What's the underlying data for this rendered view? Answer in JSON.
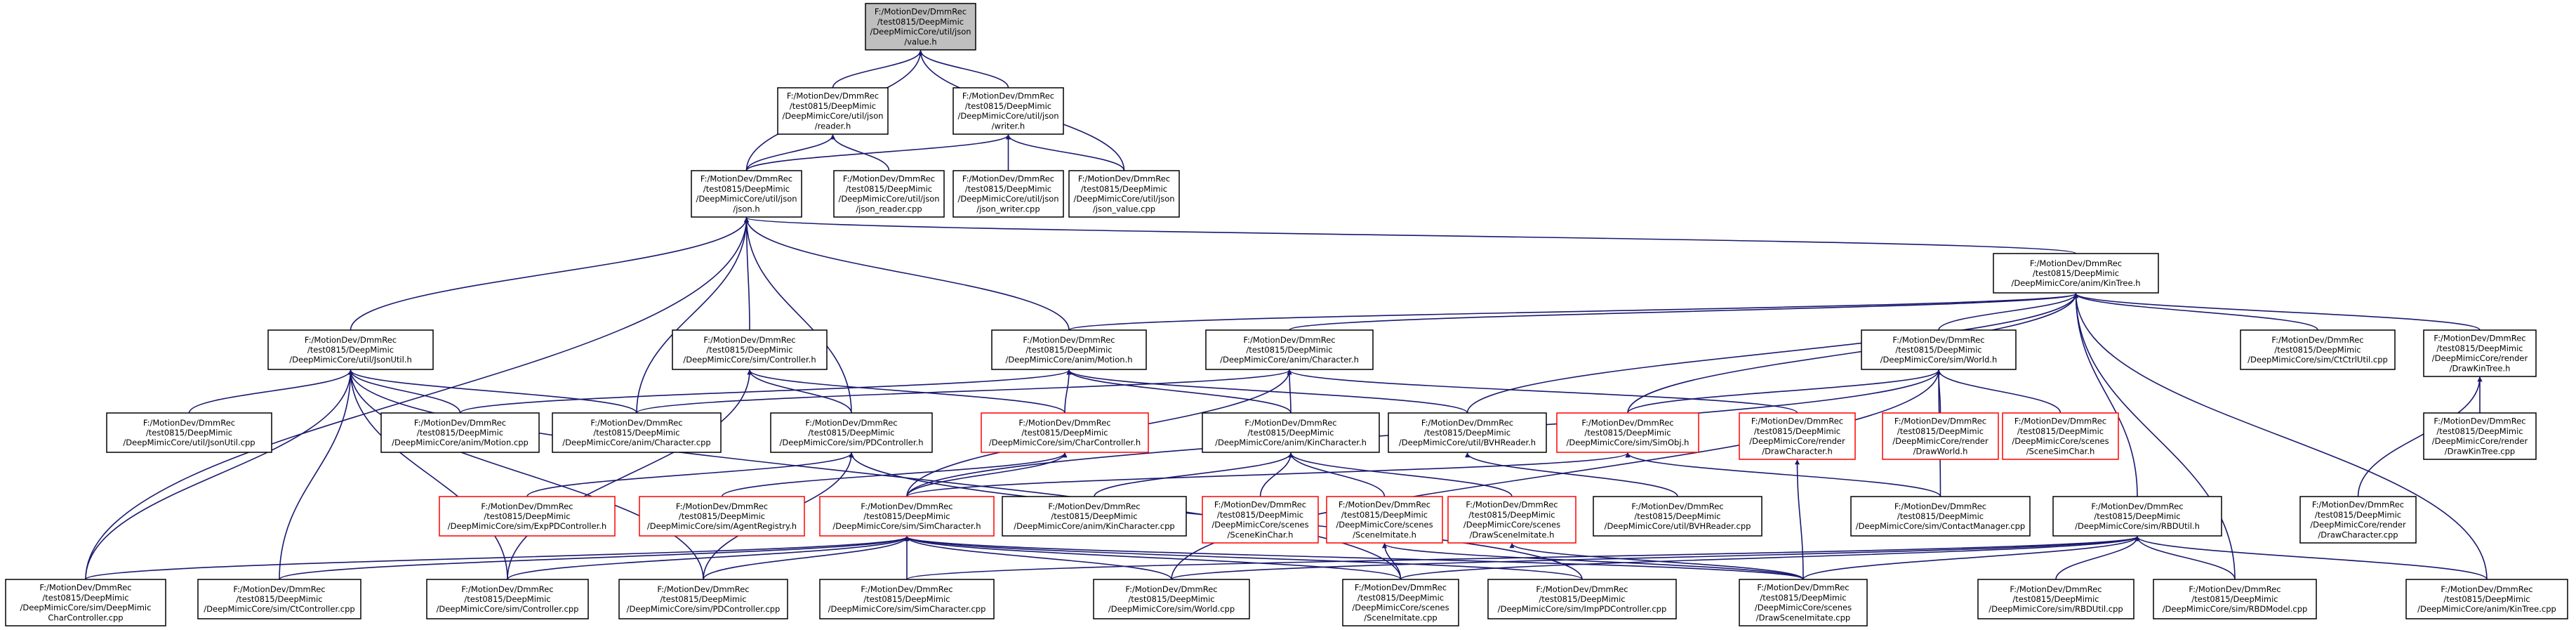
{
  "colors": {
    "edge": "#191970",
    "node_border": "#000000",
    "node_border_missing": "#ff0000",
    "node_fill": "#ffffff",
    "root_fill": "#bfbfbf"
  },
  "nodes": {
    "value_h": {
      "lines": [
        "F:/MotionDev/DmmRec",
        "/test0815/DeepMimic",
        "/DeepMimicCore/util/json",
        "/value.h"
      ],
      "root": true
    },
    "reader_h": {
      "lines": [
        "F:/MotionDev/DmmRec",
        "/test0815/DeepMimic",
        "/DeepMimicCore/util/json",
        "/reader.h"
      ]
    },
    "writer_h": {
      "lines": [
        "F:/MotionDev/DmmRec",
        "/test0815/DeepMimic",
        "/DeepMimicCore/util/json",
        "/writer.h"
      ]
    },
    "json_h": {
      "lines": [
        "F:/MotionDev/DmmRec",
        "/test0815/DeepMimic",
        "/DeepMimicCore/util/json",
        "/json.h"
      ]
    },
    "json_reader_cpp": {
      "lines": [
        "F:/MotionDev/DmmRec",
        "/test0815/DeepMimic",
        "/DeepMimicCore/util/json",
        "/json_reader.cpp"
      ]
    },
    "json_writer_cpp": {
      "lines": [
        "F:/MotionDev/DmmRec",
        "/test0815/DeepMimic",
        "/DeepMimicCore/util/json",
        "/json_writer.cpp"
      ]
    },
    "json_value_cpp": {
      "lines": [
        "F:/MotionDev/DmmRec",
        "/test0815/DeepMimic",
        "/DeepMimicCore/util/json",
        "/json_value.cpp"
      ]
    },
    "kintree_h": {
      "lines": [
        "F:/MotionDev/DmmRec",
        "/test0815/DeepMimic",
        "/DeepMimicCore/anim/KinTree.h"
      ]
    },
    "jsonutil_h": {
      "lines": [
        "F:/MotionDev/DmmRec",
        "/test0815/DeepMimic",
        "/DeepMimicCore/util/JsonUtil.h"
      ]
    },
    "controller_h": {
      "lines": [
        "F:/MotionDev/DmmRec",
        "/test0815/DeepMimic",
        "/DeepMimicCore/sim/Controller.h"
      ]
    },
    "motion_h": {
      "lines": [
        "F:/MotionDev/DmmRec",
        "/test0815/DeepMimic",
        "/DeepMimicCore/anim/Motion.h"
      ]
    },
    "character_h": {
      "lines": [
        "F:/MotionDev/DmmRec",
        "/test0815/DeepMimic",
        "/DeepMimicCore/anim/Character.h"
      ]
    },
    "world_h": {
      "lines": [
        "F:/MotionDev/DmmRec",
        "/test0815/DeepMimic",
        "/DeepMimicCore/sim/World.h"
      ]
    },
    "ctctrlutil_cpp": {
      "lines": [
        "F:/MotionDev/DmmRec",
        "/test0815/DeepMimic",
        "/DeepMimicCore/sim/CtCtrlUtil.cpp"
      ]
    },
    "drawkintree_h": {
      "lines": [
        "F:/MotionDev/DmmRec",
        "/test0815/DeepMimic",
        "/DeepMimicCore/render",
        "/DrawKinTree.h"
      ]
    },
    "jsonutil_cpp": {
      "lines": [
        "F:/MotionDev/DmmRec",
        "/test0815/DeepMimic",
        "/DeepMimicCore/util/JsonUtil.cpp"
      ]
    },
    "motion_cpp": {
      "lines": [
        "F:/MotionDev/DmmRec",
        "/test0815/DeepMimic",
        "/DeepMimicCore/anim/Motion.cpp"
      ]
    },
    "character_cpp": {
      "lines": [
        "F:/MotionDev/DmmRec",
        "/test0815/DeepMimic",
        "/DeepMimicCore/anim/Character.cpp"
      ]
    },
    "pdcontroller_h": {
      "lines": [
        "F:/MotionDev/DmmRec",
        "/test0815/DeepMimic",
        "/DeepMimicCore/sim/PDController.h"
      ]
    },
    "charcontroller_h": {
      "lines": [
        "F:/MotionDev/DmmRec",
        "/test0815/DeepMimic",
        "/DeepMimicCore/sim/CharController.h"
      ],
      "missing": true
    },
    "kincharacter_h": {
      "lines": [
        "F:/MotionDev/DmmRec",
        "/test0815/DeepMimic",
        "/DeepMimicCore/anim/KinCharacter.h"
      ]
    },
    "bvhreader_h": {
      "lines": [
        "F:/MotionDev/DmmRec",
        "/test0815/DeepMimic",
        "/DeepMimicCore/util/BVHReader.h"
      ]
    },
    "simobj_h": {
      "lines": [
        "F:/MotionDev/DmmRec",
        "/test0815/DeepMimic",
        "/DeepMimicCore/sim/SimObj.h"
      ],
      "missing": true
    },
    "drawcharacter_h": {
      "lines": [
        "F:/MotionDev/DmmRec",
        "/test0815/DeepMimic",
        "/DeepMimicCore/render",
        "/DrawCharacter.h"
      ],
      "missing": true
    },
    "drawworld_h": {
      "lines": [
        "F:/MotionDev/DmmRec",
        "/test0815/DeepMimic",
        "/DeepMimicCore/render",
        "/DrawWorld.h"
      ],
      "missing": true
    },
    "scenesimchar_h": {
      "lines": [
        "F:/MotionDev/DmmRec",
        "/test0815/DeepMimic",
        "/DeepMimicCore/scenes",
        "/SceneSimChar.h"
      ],
      "missing": true
    },
    "drawkintree_cpp": {
      "lines": [
        "F:/MotionDev/DmmRec",
        "/test0815/DeepMimic",
        "/DeepMimicCore/render",
        "/DrawKinTree.cpp"
      ]
    },
    "exppdcontroller_h": {
      "lines": [
        "F:/MotionDev/DmmRec",
        "/test0815/DeepMimic",
        "/DeepMimicCore/sim/ExpPDController.h"
      ],
      "missing": true
    },
    "agentregistry_h": {
      "lines": [
        "F:/MotionDev/DmmRec",
        "/test0815/DeepMimic",
        "/DeepMimicCore/sim/AgentRegistry.h"
      ],
      "missing": true
    },
    "simcharacter_h": {
      "lines": [
        "F:/MotionDev/DmmRec",
        "/test0815/DeepMimic",
        "/DeepMimicCore/sim/SimCharacter.h"
      ],
      "missing": true
    },
    "kincharacter_cpp": {
      "lines": [
        "F:/MotionDev/DmmRec",
        "/test0815/DeepMimic",
        "/DeepMimicCore/anim/KinCharacter.cpp"
      ]
    },
    "scenekinchar_h": {
      "lines": [
        "F:/MotionDev/DmmRec",
        "/test0815/DeepMimic",
        "/DeepMimicCore/scenes",
        "/SceneKinChar.h"
      ],
      "missing": true
    },
    "sceneimitate_h": {
      "lines": [
        "F:/MotionDev/DmmRec",
        "/test0815/DeepMimic",
        "/DeepMimicCore/scenes",
        "/SceneImitate.h"
      ],
      "missing": true
    },
    "drawsceneimitate_h": {
      "lines": [
        "F:/MotionDev/DmmRec",
        "/test0815/DeepMimic",
        "/DeepMimicCore/scenes",
        "/DrawSceneImitate.h"
      ],
      "missing": true
    },
    "bvhreader_cpp": {
      "lines": [
        "F:/MotionDev/DmmRec",
        "/test0815/DeepMimic",
        "/DeepMimicCore/util/BVHReader.cpp"
      ]
    },
    "contactmanager_cpp": {
      "lines": [
        "F:/MotionDev/DmmRec",
        "/test0815/DeepMimic",
        "/DeepMimicCore/sim/ContactManager.cpp"
      ]
    },
    "rbdutil_h": {
      "lines": [
        "F:/MotionDev/DmmRec",
        "/test0815/DeepMimic",
        "/DeepMimicCore/sim/RBDUtil.h"
      ]
    },
    "drawcharacter_cpp": {
      "lines": [
        "F:/MotionDev/DmmRec",
        "/test0815/DeepMimic",
        "/DeepMimicCore/render",
        "/DrawCharacter.cpp"
      ]
    },
    "charcontroller_cpp": {
      "lines": [
        "F:/MotionDev/DmmRec",
        "/test0815/DeepMimic",
        "/DeepMimicCore/sim/DeepMimic",
        "CharController.cpp"
      ]
    },
    "ctcontroller_cpp": {
      "lines": [
        "F:/MotionDev/DmmRec",
        "/test0815/DeepMimic",
        "/DeepMimicCore/sim/CtController.cpp"
      ]
    },
    "controller_cpp": {
      "lines": [
        "F:/MotionDev/DmmRec",
        "/test0815/DeepMimic",
        "/DeepMimicCore/sim/Controller.cpp"
      ]
    },
    "pdcontroller_cpp": {
      "lines": [
        "F:/MotionDev/DmmRec",
        "/test0815/DeepMimic",
        "/DeepMimicCore/sim/PDController.cpp"
      ]
    },
    "simcharacter_cpp": {
      "lines": [
        "F:/MotionDev/DmmRec",
        "/test0815/DeepMimic",
        "/DeepMimicCore/sim/SimCharacter.cpp"
      ]
    },
    "world_cpp": {
      "lines": [
        "F:/MotionDev/DmmRec",
        "/test0815/DeepMimic",
        "/DeepMimicCore/sim/World.cpp"
      ]
    },
    "sceneimitate_cpp": {
      "lines": [
        "F:/MotionDev/DmmRec",
        "/test0815/DeepMimic",
        "/DeepMimicCore/scenes",
        "/SceneImitate.cpp"
      ]
    },
    "impdcontroller_cpp": {
      "lines": [
        "F:/MotionDev/DmmRec",
        "/test0815/DeepMimic",
        "/DeepMimicCore/sim/ImpPDController.cpp"
      ]
    },
    "drawsceneimitate_cpp": {
      "lines": [
        "F:/MotionDev/DmmRec",
        "/test0815/DeepMimic",
        "/DeepMimicCore/scenes",
        "/DrawSceneImitate.cpp"
      ]
    },
    "rbdutil_cpp": {
      "lines": [
        "F:/MotionDev/DmmRec",
        "/test0815/DeepMimic",
        "/DeepMimicCore/sim/RBDUtil.cpp"
      ]
    },
    "rbdmodel_cpp": {
      "lines": [
        "F:/MotionDev/DmmRec",
        "/test0815/DeepMimic",
        "/DeepMimicCore/sim/RBDModel.cpp"
      ]
    },
    "kintree_cpp": {
      "lines": [
        "F:/MotionDev/DmmRec",
        "/test0815/DeepMimic",
        "/DeepMimicCore/anim/KinTree.cpp"
      ]
    }
  },
  "edges": [
    [
      "reader_h",
      "value_h"
    ],
    [
      "writer_h",
      "value_h"
    ],
    [
      "json_h",
      "value_h"
    ],
    [
      "json_value_cpp",
      "value_h"
    ],
    [
      "json_h",
      "reader_h"
    ],
    [
      "json_reader_cpp",
      "reader_h"
    ],
    [
      "json_h",
      "writer_h"
    ],
    [
      "json_writer_cpp",
      "writer_h"
    ],
    [
      "json_value_cpp",
      "writer_h"
    ],
    [
      "kintree_h",
      "json_h"
    ],
    [
      "jsonutil_h",
      "json_h"
    ],
    [
      "controller_h",
      "json_h"
    ],
    [
      "motion_h",
      "json_h"
    ],
    [
      "charcontroller_cpp",
      "json_h"
    ],
    [
      "character_cpp",
      "json_h"
    ],
    [
      "pdcontroller_h",
      "json_h"
    ],
    [
      "character_h",
      "kintree_h"
    ],
    [
      "world_h",
      "kintree_h"
    ],
    [
      "ctctrlutil_cpp",
      "kintree_h"
    ],
    [
      "drawkintree_h",
      "kintree_h"
    ],
    [
      "motion_h",
      "kintree_h"
    ],
    [
      "bvhreader_h",
      "kintree_h"
    ],
    [
      "simobj_h",
      "kintree_h"
    ],
    [
      "rbdutil_h",
      "kintree_h"
    ],
    [
      "rbdmodel_cpp",
      "kintree_h"
    ],
    [
      "kintree_cpp",
      "kintree_h"
    ],
    [
      "jsonutil_cpp",
      "jsonutil_h"
    ],
    [
      "motion_cpp",
      "jsonutil_h"
    ],
    [
      "character_cpp",
      "jsonutil_h"
    ],
    [
      "charcontroller_cpp",
      "jsonutil_h"
    ],
    [
      "ctcontroller_cpp",
      "jsonutil_h"
    ],
    [
      "controller_cpp",
      "jsonutil_h"
    ],
    [
      "pdcontroller_cpp",
      "jsonutil_h"
    ],
    [
      "sceneimitate_cpp",
      "jsonutil_h"
    ],
    [
      "pdcontroller_h",
      "controller_h"
    ],
    [
      "charcontroller_h",
      "controller_h"
    ],
    [
      "controller_cpp",
      "controller_h"
    ],
    [
      "motion_cpp",
      "motion_h"
    ],
    [
      "charcontroller_h",
      "motion_h"
    ],
    [
      "kincharacter_h",
      "motion_h"
    ],
    [
      "bvhreader_h",
      "motion_h"
    ],
    [
      "character_cpp",
      "character_h"
    ],
    [
      "kincharacter_h",
      "character_h"
    ],
    [
      "simcharacter_h",
      "character_h"
    ],
    [
      "drawcharacter_h",
      "character_h"
    ],
    [
      "simobj_h",
      "world_h"
    ],
    [
      "drawworld_h",
      "world_h"
    ],
    [
      "scenesimchar_h",
      "world_h"
    ],
    [
      "simcharacter_h",
      "world_h"
    ],
    [
      "contactmanager_cpp",
      "world_h"
    ],
    [
      "world_cpp",
      "world_h"
    ],
    [
      "drawkintree_cpp",
      "drawkintree_h"
    ],
    [
      "drawcharacter_cpp",
      "drawkintree_h"
    ],
    [
      "exppdcontroller_h",
      "pdcontroller_h"
    ],
    [
      "pdcontroller_cpp",
      "pdcontroller_h"
    ],
    [
      "impdcontroller_cpp",
      "pdcontroller_h"
    ],
    [
      "agentregistry_h",
      "charcontroller_h"
    ],
    [
      "simcharacter_h",
      "charcontroller_h"
    ],
    [
      "kincharacter_cpp",
      "kincharacter_h"
    ],
    [
      "scenekinchar_h",
      "kincharacter_h"
    ],
    [
      "sceneimitate_h",
      "kincharacter_h"
    ],
    [
      "drawsceneimitate_h",
      "kincharacter_h"
    ],
    [
      "bvhreader_cpp",
      "bvhreader_h"
    ],
    [
      "simcharacter_h",
      "simobj_h"
    ],
    [
      "contactmanager_cpp",
      "simobj_h"
    ],
    [
      "drawsceneimitate_cpp",
      "drawcharacter_h"
    ],
    [
      "charcontroller_cpp",
      "simcharacter_h"
    ],
    [
      "ctcontroller_cpp",
      "simcharacter_h"
    ],
    [
      "controller_cpp",
      "simcharacter_h"
    ],
    [
      "pdcontroller_cpp",
      "simcharacter_h"
    ],
    [
      "simcharacter_cpp",
      "simcharacter_h"
    ],
    [
      "world_cpp",
      "simcharacter_h"
    ],
    [
      "sceneimitate_cpp",
      "simcharacter_h"
    ],
    [
      "impdcontroller_cpp",
      "simcharacter_h"
    ],
    [
      "drawsceneimitate_cpp",
      "simcharacter_h"
    ],
    [
      "sceneimitate_cpp",
      "sceneimitate_h"
    ],
    [
      "drawsceneimitate_cpp",
      "sceneimitate_h"
    ],
    [
      "drawsceneimitate_cpp",
      "drawsceneimitate_h"
    ],
    [
      "simcharacter_cpp",
      "rbdutil_h"
    ],
    [
      "world_cpp",
      "rbdutil_h"
    ],
    [
      "sceneimitate_cpp",
      "rbdutil_h"
    ],
    [
      "drawsceneimitate_cpp",
      "rbdutil_h"
    ],
    [
      "rbdutil_cpp",
      "rbdutil_h"
    ],
    [
      "rbdmodel_cpp",
      "rbdutil_h"
    ],
    [
      "kintree_cpp",
      "rbdutil_h"
    ]
  ]
}
